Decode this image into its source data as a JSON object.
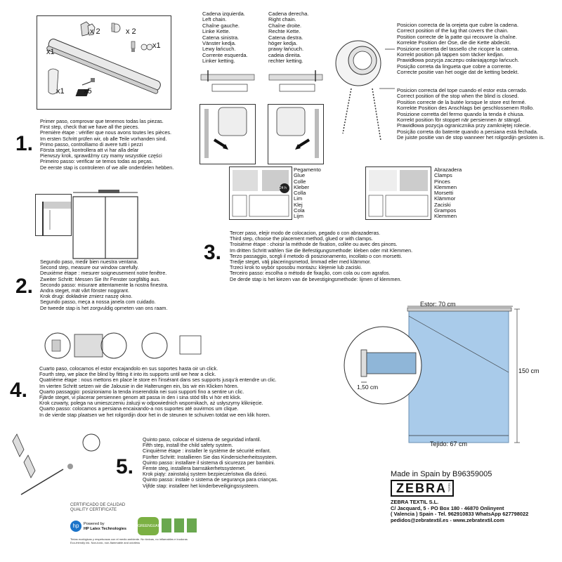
{
  "parts": {
    "qty_brackets": "x 2",
    "qty_caps": "x 2",
    "qty_clamp": "x1",
    "qty_roller": "x1",
    "qty_hook": "x1",
    "qty_screws": "x5"
  },
  "chain": {
    "left": [
      "Cadena izquierda.",
      "Left chain.",
      "Chaîne gauche.",
      "Linke Kette.",
      "Catena sinistra.",
      "Vänster kedja.",
      "Lewy łańcuch.",
      "Corrente esquerda.",
      "Linker ketting."
    ],
    "right": [
      "Cadena derecha.",
      "Right chain.",
      "Chaîne droite.",
      "Rechte Kette.",
      "Catena destra.",
      "höger kedja.",
      "prawy łańcuch.",
      "cadeia direita.",
      "rechter ketting."
    ]
  },
  "lug": [
    "Posicion correcta de la orejeta que cubre la cadena.",
    "Correct position of the lug that covers the chain.",
    "Position correcte de la patte qui recouvre la chaîne.",
    "Korrekte Position der Öse, die die Kette abdeckt.",
    "Posizione corretta del tassello che ricopre la catena.",
    "Korrekt position på tappen som täcker kedjan.",
    "Prawidłowa pozycja zaczepu osłaniającego łańcuch.",
    "Posição correta da lingueta que cobre a corrente.",
    "Correcte positie van het oogje dat de ketting bedekt."
  ],
  "stop": [
    "Posicion correcta del tope cuando el estor esta cerrado.",
    "Correct position of the stop when the blind is closed.",
    "Position correcte de la butée lorsque le store est fermé.",
    "Korrekte Position des Anschlags bei geschlossenem Rollo.",
    "Posizione corretta del fermo quando la tenda è chiusa.",
    "Korrekt position för stoppet när persiennen är stängd.",
    "Prawidłowa pozycja ogranicznika przy zamkniętej rolecie.",
    "Posição correta do batente quando a persiana está fechada.",
    "De juiste positie van de stop wanneer het rolgordijn gesloten is."
  ],
  "step1": {
    "num": "1.",
    "lines": [
      "Primer paso, comprovar que tenemos todas las piezas.",
      "First step, check that we have all the pieces.",
      "Première étape : vérifier que nous avons toutes les pièces.",
      "Im ersten Schritt prüfen wir, ob alle Teile vorhanden sind.",
      "Primo passo, controlliamo di avere tutti i pezzi",
      "Första steget, kontrollera att vi har alla delar",
      "Pierwszy krok, sprawdźmy czy mamy wszystkie części",
      "Primeiro passo: verificar se temos todas as peças.",
      "De eerste stap is controleren of we alle onderdelen hebben."
    ]
  },
  "step2": {
    "num": "2.",
    "lines": [
      "Segundo paso, medir bien nuestra ventana.",
      "Second step, measure our window carefully.",
      "Deuxième étape : mesurer soigneusement notre fenêtre.",
      "Zweiter Schritt: Messen Sie Ihr Fenster sorgfältig aus.",
      "Secondo passo: misurare attentamente la nostra finestra.",
      "Andra steget, mät vårt fönster noggrant.",
      "Krok drugi: dokładnie zmierz naszę okno.",
      "Segundo passo, meça a nossa janela com cuidado.",
      "De tweede stap is het zorgvuldig opmeten van ons raam."
    ]
  },
  "step3": {
    "num": "3.",
    "lines": [
      "Tercer paso, elejir modo de colocacion, pegado o con abrazaderas.",
      "Third step, choose the placement method, glued or with clamps.",
      "Troisième étape : choisir la méthode de fixation, collée ou avec des pinces.",
      "Im dritten Schritt wählen Sie die Befestigungsmethode: kleben oder mit Klemmen.",
      "Terzo passaggio, scegli il metodo di posizionamento, incollato o con morsetti.",
      "Tredje steget, välj placeringsmetod, limmad eller med klämmor.",
      "Trzeci krok to wybór sposobu montażu: klejenie lub zaciski.",
      "Terceiro passo: escolha o método de fixação, com cola ou com agrafos.",
      "De derde stap is het kiezen van de bevestigingsmethode: lijmen of klemmen."
    ]
  },
  "step4": {
    "num": "4.",
    "lines": [
      "Cuarto paso, colocamos el estor encajandolo en sus soportes hasta oir un click.",
      "Fourth step, we place the blind by fitting it into its supports until we hear a click.",
      "Quatrième étape : nous mettons en place le store en l'insérant dans ses supports jusqu'à entendre un clic.",
      "Im vierten Schritt setzen wir die Jalousie in die Halterungen ein, bis wir ein Klicken hören.",
      "Quarto passaggio: posizioniamo la tenda inserendola nei suoi supporti fino a sentire un clic.",
      "Fjärde steget, vi placerar persiennen genom att passa in den i sina stöd tills vi hör ett klick.",
      "Krok czwarty, polega na umieszczeniu żaluzji w odpowiednich wspornikach, aż usłyszymy kliknięcie.",
      "Quarto passo: colocamos a persiana encaixando-a nos suportes até ouvirmos um clique.",
      "In de vierde stap plaatsen we het rolgordijn door het in de steunen te schuiven totdat we een klik horen."
    ]
  },
  "step5": {
    "num": "5.",
    "lines": [
      "Quinto paso, colocar el sistema de seguridad infantil.",
      "Fifth step, install the child safety system.",
      "Cinquième étape : installer le système de sécurité enfant.",
      "Fünfter Schritt: Installieren Sie das Kindersicherheitssystem.",
      "Quinto passo: installare il sistema di sicurezza per bambini.",
      "Femte steg, installera barnsäkerhetssystemet.",
      "Krok piąty: zainstaluj system bezpieczeństwa dla dzieci.",
      "Quinto passo: instale o sistema de segurança para crianças.",
      "Vijfde stap: installeer het kinderbeveiligingssysteem."
    ]
  },
  "glue": [
    "Pegamento",
    "Glue",
    "Colle",
    "Kleber",
    "Colla",
    "Lim",
    "Klej",
    "Cola",
    "Lijm"
  ],
  "clamps": [
    "Abrazadera",
    "Clamps",
    "Pinces",
    "Klemmen",
    "Morsetti",
    "Klämmor",
    "Zaciski",
    "Grampos",
    "Klemmen"
  ],
  "glue_badge": "24 h",
  "dims": {
    "estor": "Estor:   70 cm",
    "height": "150 cm",
    "tejido": "Tejido:  67 cm",
    "offset": "1,50 cm"
  },
  "brand": {
    "made_in": "Made in Spain by B96359005",
    "logo": "ZEBRA",
    "logo_side": "TEXTIL",
    "company": "ZEBRA TEXTIL S.L.",
    "address1": "C/ Jacquard, 5 - PO Box 180 - 46870 Onlinyent",
    "address2": "( Valencia ) Spain - Tel. 962910833  WhatsApp 627798022",
    "address3": "pedidos@zebratextil.es - www.zebratextil.com"
  },
  "certs": {
    "quality": "CERTIFICADO DE CALIDAD",
    "quality_en": "QUALITY CERTIFICATE",
    "hp1": "Powered by",
    "hp2": "HP Latex Technologies",
    "greenguard": "GREENGUARD",
    "foot1": "Tintas ecológicas y respetuosas con el medio ambiente. No tóxicas, no inflamables e inodoras",
    "foot2": "Eco-friendly ink. Non-toxic, non-flammable and odorless"
  },
  "colors": {
    "blind": "#a9cbea",
    "blind_stroke": "#6a8fb0"
  }
}
